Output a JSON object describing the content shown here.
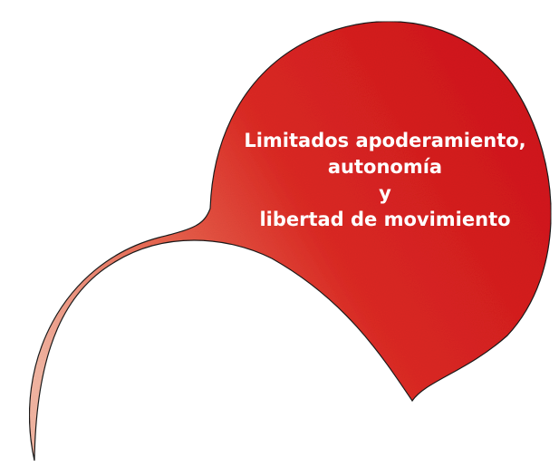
{
  "colors": {
    "shape_dark": "#d1141a",
    "shape_mid": "#dc2a24",
    "shape_light": "#f3b5a2",
    "outline": "#1a1a1a",
    "text": "#ffffff",
    "background": "#ffffff"
  },
  "label": {
    "line1": "Limitados apoderamiento,",
    "line2": "autonomía",
    "line3": "y",
    "line4": "libertad de movimiento"
  }
}
